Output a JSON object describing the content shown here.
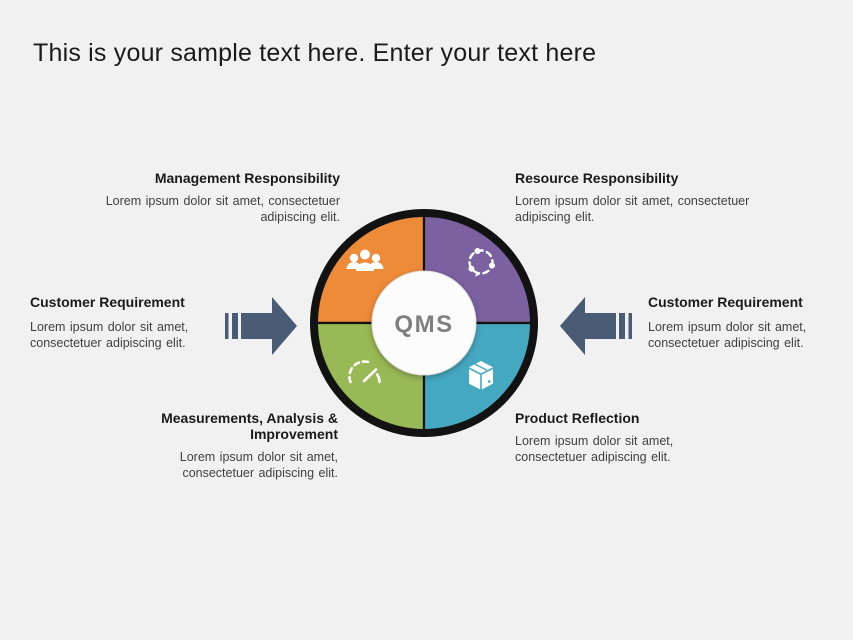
{
  "slide": {
    "title": "This is your sample text here. Enter your text here",
    "background_color": "#F1F1F1"
  },
  "diagram": {
    "center_label": "QMS",
    "ring_color": "#121212",
    "center_fill": "#FCFCFC",
    "center_stroke": "#E0E0E0",
    "center_text_color": "#7F7F7F",
    "quadrants": [
      {
        "name": "management-responsibility",
        "position": "top-left",
        "color": "#EE8B38",
        "icon": "people-group-icon"
      },
      {
        "name": "resource-responsibility",
        "position": "top-right",
        "color": "#7C61A1",
        "icon": "cycle-arrows-icon"
      },
      {
        "name": "measurements-analysis-improvement",
        "position": "bottom-left",
        "color": "#99B956",
        "icon": "gauge-icon"
      },
      {
        "name": "product-reflection",
        "position": "bottom-right",
        "color": "#45A8C1",
        "icon": "package-box-icon"
      }
    ]
  },
  "arrows": {
    "color": "#4A5B76",
    "left_direction": "right",
    "right_direction": "left"
  },
  "blocks": {
    "management": {
      "heading": "Management Responsibility",
      "body": "Lorem ipsum dolor sit amet, consectetuer adipiscing elit."
    },
    "resource": {
      "heading": "Resource Responsibility",
      "body": "Lorem ipsum dolor sit amet, consectetuer adipiscing elit."
    },
    "customer_left": {
      "heading": "Customer Requirement",
      "body": "Lorem ipsum dolor sit amet, consectetuer adipiscing elit."
    },
    "customer_right": {
      "heading": "Customer Requirement",
      "body": "Lorem ipsum dolor sit amet, consectetuer adipiscing elit."
    },
    "measurement": {
      "heading": "Measurements, Analysis & Improvement",
      "body": "Lorem ipsum dolor sit amet, consectetuer adipiscing elit."
    },
    "product": {
      "heading": "Product Reflection",
      "body": "Lorem ipsum dolor sit amet, consectetuer adipiscing elit."
    }
  }
}
